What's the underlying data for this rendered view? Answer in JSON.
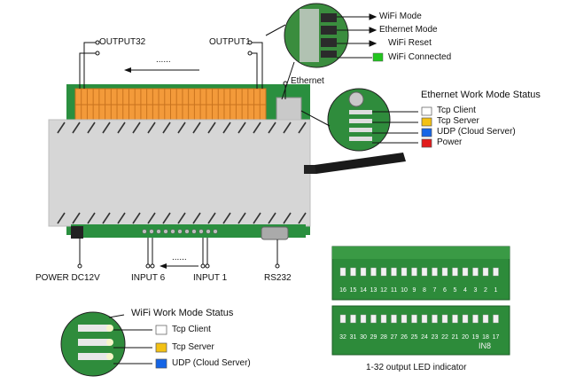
{
  "device_labels": {
    "output32": "OUTPUT32",
    "output1": "OUTPUT1",
    "output_dots": "......",
    "ethernet": "Ethernet",
    "power": "POWER DC12V",
    "input6": "INPUT 6",
    "input1": "INPUT 1",
    "input_dots": "......",
    "rs232": "RS232"
  },
  "mode_indicators": {
    "items": [
      "WiFi Mode",
      "Ethernet Mode",
      "WiFi Reset",
      "WiFi Connected"
    ],
    "connected_color": "#22c51e"
  },
  "ethernet_status": {
    "title": "Ethernet Work Mode Status",
    "items": [
      {
        "label": "Tcp Client",
        "color": "#ffffff"
      },
      {
        "label": "Tcp Server",
        "color": "#f3c114"
      },
      {
        "label": "UDP (Cloud Server)",
        "color": "#1565e6"
      },
      {
        "label": "Power",
        "color": "#e21b1b"
      }
    ]
  },
  "wifi_status": {
    "title": "WiFi Work Mode Status",
    "items": [
      {
        "label": "Tcp Client",
        "color": "#ffffff"
      },
      {
        "label": "Tcp Server",
        "color": "#f3c114"
      },
      {
        "label": "UDP (Cloud Server)",
        "color": "#1565e6"
      }
    ]
  },
  "led_panel": {
    "caption": "1-32 output LED indicator",
    "top_row": [
      "16",
      "15",
      "14",
      "13",
      "12",
      "11",
      "10",
      "9",
      "8",
      "7",
      "6",
      "5",
      "4",
      "3",
      "2",
      "1"
    ],
    "bottom_row": [
      "32",
      "31",
      "30",
      "29",
      "28",
      "27",
      "26",
      "25",
      "24",
      "23",
      "22",
      "21",
      "20",
      "19",
      "18",
      "17"
    ],
    "board_text": "IN8"
  },
  "colors": {
    "terminal": "#f39a3a",
    "enclosure": "#d9d9d9",
    "pcb": "#1f8a3b"
  }
}
